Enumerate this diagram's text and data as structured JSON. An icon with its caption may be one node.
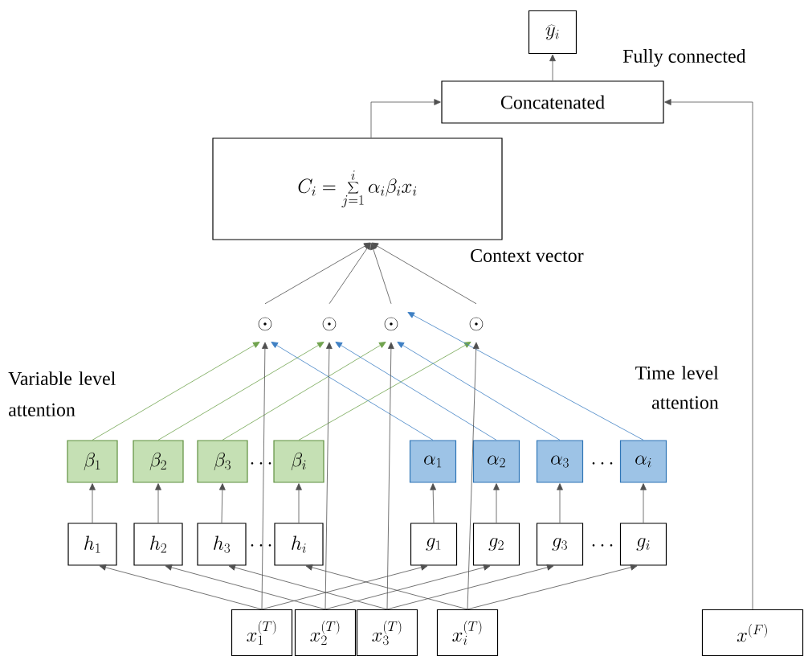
{
  "diagram": {
    "nodes": [
      {
        "text": [
          "\\widehat{y}_i"
        ]
      },
      {
        "text": [
          "Concatenated"
        ]
      },
      {
        "text": [
          "C_i = \\sum_{j=1}^{i} \\alpha_i \\beta_i x_i"
        ]
      },
      {
        "text": [
          "\\odot"
        ]
      },
      {
        "text": [
          "\\odot"
        ]
      },
      {
        "text": [
          "\\odot"
        ]
      },
      {
        "text": [
          "\\odot"
        ]
      },
      {
        "text": [
          "\\beta_1"
        ]
      },
      {
        "text": [
          "\\beta_2"
        ]
      },
      {
        "text": [
          "\\beta_3"
        ]
      },
      {
        "text": [
          "\\beta_i"
        ]
      },
      {
        "text": [
          "\\alpha_1"
        ]
      },
      {
        "text": [
          "\\alpha_2"
        ]
      },
      {
        "text": [
          "\\alpha_3"
        ]
      },
      {
        "text": [
          "\\alpha_i"
        ]
      },
      {
        "text": [
          "h_1"
        ]
      },
      {
        "text": [
          "h_2"
        ]
      },
      {
        "text": [
          "h_3"
        ]
      },
      {
        "text": [
          "h_i"
        ]
      },
      {
        "text": [
          "g_1"
        ]
      },
      {
        "text": [
          "g_2"
        ]
      },
      {
        "text": [
          "g_3"
        ]
      },
      {
        "text": [
          "g_i"
        ]
      },
      {
        "text": [
          "x_1^{(T)}"
        ]
      },
      {
        "text": [
          "x_2^{(T)}"
        ]
      },
      {
        "text": [
          "x_3^{(T)}"
        ]
      },
      {
        "text": [
          "x_i^{(T)}"
        ]
      },
      {
        "text": [
          "x^{(F)}"
        ]
      }
    ],
    "edges": [
      {
        "from": 1,
        "to": 0,
        "arrow": "to"
      },
      {
        "from": 2,
        "to": 1,
        "arrow": "to"
      },
      {
        "from": 27,
        "to": 1,
        "arrow": "to"
      },
      {
        "from": 3,
        "to": 2,
        "arrow": "to"
      },
      {
        "from": 4,
        "to": 2,
        "arrow": "to"
      },
      {
        "from": 5,
        "to": 2,
        "arrow": "to"
      },
      {
        "from": 6,
        "to": 2,
        "arrow": "to"
      },
      {
        "from": 7,
        "to": 3,
        "arrow": "to",
        "color": "#70a34e"
      },
      {
        "from": 8,
        "to": 4,
        "arrow": "to",
        "color": "#70a34e"
      },
      {
        "from": 9,
        "to": 5,
        "arrow": "to",
        "color": "#70a34e"
      },
      {
        "from": 10,
        "to": 6,
        "arrow": "to",
        "color": "#70a34e"
      },
      {
        "from": 11,
        "to": 3,
        "arrow": "to",
        "color": "#3f80c4"
      },
      {
        "from": 12,
        "to": 4,
        "arrow": "to",
        "color": "#3f80c4"
      },
      {
        "from": 13,
        "to": 5,
        "arrow": "to",
        "color": "#3f80c4"
      },
      {
        "from": 14,
        "to": 5,
        "arrow": "to",
        "color": "#3f80c4"
      },
      {
        "from": 23,
        "to": 3,
        "arrow": "to"
      },
      {
        "from": 24,
        "to": 4,
        "arrow": "to"
      },
      {
        "from": 25,
        "to": 5,
        "arrow": "to"
      },
      {
        "from": 26,
        "to": 6,
        "arrow": "to"
      },
      {
        "from": 15,
        "to": 7,
        "arrow": "to"
      },
      {
        "from": 16,
        "to": 8,
        "arrow": "to"
      },
      {
        "from": 17,
        "to": 9,
        "arrow": "to"
      },
      {
        "from": 18,
        "to": 10,
        "arrow": "to"
      },
      {
        "from": 19,
        "to": 11,
        "arrow": "to"
      },
      {
        "from": 20,
        "to": 12,
        "arrow": "to"
      },
      {
        "from": 21,
        "to": 13,
        "arrow": "to"
      },
      {
        "from": 22,
        "to": 14,
        "arrow": "to"
      },
      {
        "from": 23,
        "to": 15,
        "arrow": "to"
      },
      {
        "from": 23,
        "to": 19,
        "arrow": "to"
      },
      {
        "from": 24,
        "to": 16,
        "arrow": "to"
      },
      {
        "from": 24,
        "to": 20,
        "arrow": "to"
      },
      {
        "from": 25,
        "to": 17,
        "arrow": "to"
      },
      {
        "from": 25,
        "to": 21,
        "arrow": "to"
      },
      {
        "from": 26,
        "to": 18,
        "arrow": "to"
      },
      {
        "from": 26,
        "to": 22,
        "arrow": "to"
      }
    ],
    "labels": [
      "Fully connected",
      "Context vector",
      "Variable level attention",
      "Time level attention",
      "\\cdots",
      "\\cdots",
      "\\cdots",
      "\\cdots"
    ]
  }
}
